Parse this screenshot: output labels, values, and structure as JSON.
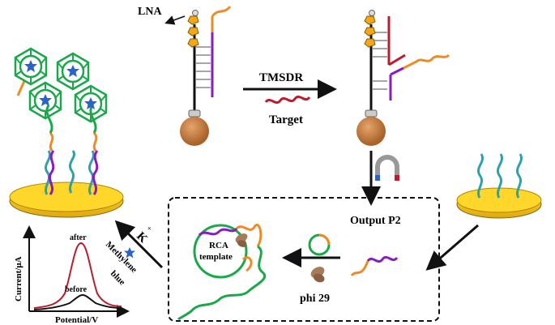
{
  "labels": {
    "lna": "LNA",
    "tmsdr": "TMSDR",
    "target": "Target",
    "output": "Output P2",
    "rca_line1": "RCA",
    "rca_line2": "template",
    "phi": "phi 29",
    "methylene_line1": "Methylene",
    "methylene_line2": "blue",
    "k": "K",
    "k_sup": "+",
    "axis_y": "Current/μA",
    "axis_x": "Potential/V",
    "curve_after": "after",
    "curve_before": "before"
  },
  "colors": {
    "green": "#1aa84a",
    "orange": "#f08a24",
    "purple": "#8a1bc4",
    "red": "#c0192a",
    "teal": "#2aa3ad",
    "gold": "#f2c318",
    "bead": "#c07a3c",
    "blue_star": "#2a64c8",
    "black": "#111111"
  }
}
